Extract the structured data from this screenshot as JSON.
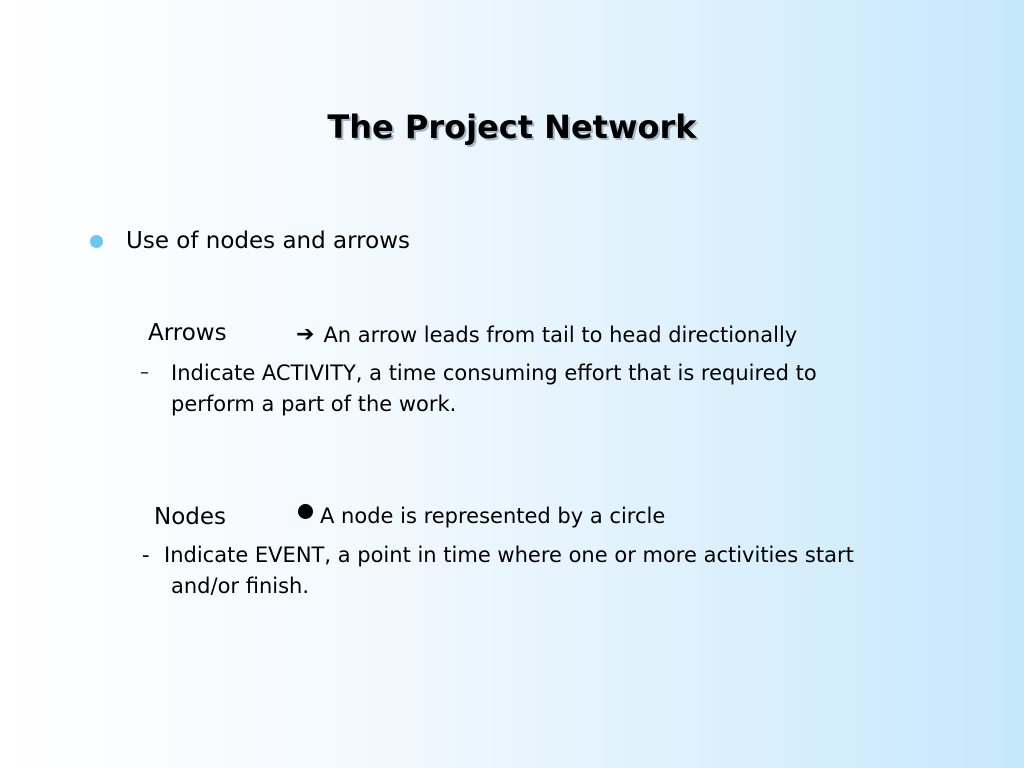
{
  "slide": {
    "title": "The Project Network",
    "bullet": "Use of nodes and arrows",
    "arrows": {
      "term": "Arrows",
      "icon": "right-arrow-icon",
      "description": "An arrow leads from tail to head directionally",
      "dash": "–",
      "detail_line1": "Indicate  ACTIVITY, a time consuming effort  that is required to",
      "detail_line2": "perform a part of the work."
    },
    "nodes": {
      "term": "Nodes",
      "icon": "filled-circle-icon",
      "description": "A node is represented by a circle",
      "dash": "-",
      "detail_line1": "Indicate  EVENT, a point in time where one or more activities start",
      "detail_line2": "and/or  finish."
    },
    "colors": {
      "bullet": "#6cc8f0",
      "background_left": "#ffffff",
      "background_right": "#c6e8fb"
    }
  }
}
